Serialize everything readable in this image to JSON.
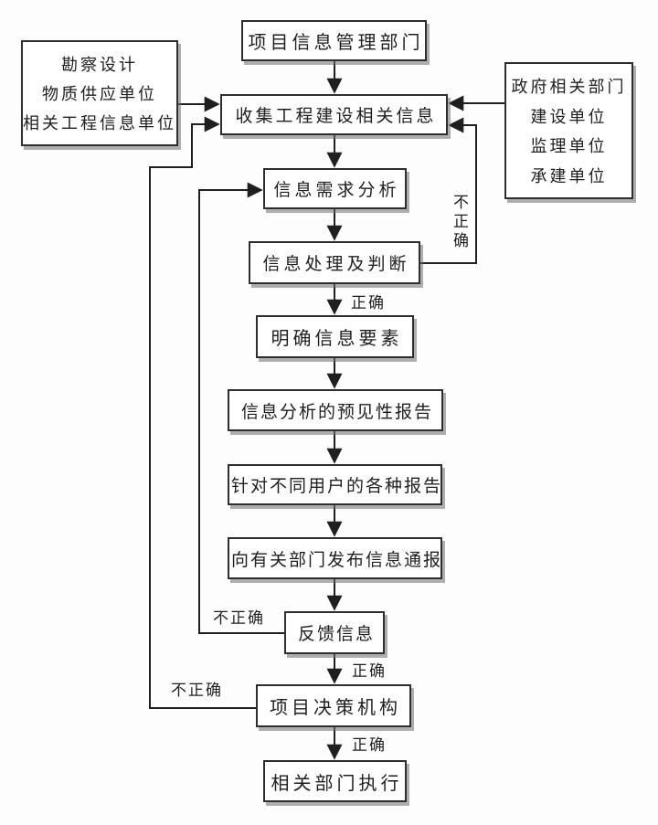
{
  "diagram_type": "flowchart",
  "nodes": {
    "top_dept": {
      "label": "项目信息管理部门"
    },
    "left_sources": {
      "lines": [
        "勘察设计",
        "物质供应单位",
        "相关工程信息单位"
      ]
    },
    "right_sources": {
      "lines": [
        "政府相关部门",
        "建设单位",
        "监理单位",
        "承建单位"
      ]
    },
    "collect": {
      "label": "收集工程建设相关信息"
    },
    "demand": {
      "label": "信息需求分析"
    },
    "process": {
      "label": "信息处理及判断"
    },
    "clarify": {
      "label": "明确信息要素"
    },
    "predict": {
      "label": "信息分析的预见性报告"
    },
    "reports": {
      "label": "针对不同用户的各种报告"
    },
    "notify": {
      "label": "向有关部门发布信息通报"
    },
    "feedback": {
      "label": "反馈信息"
    },
    "decision": {
      "label": "项目决策机构"
    },
    "execute": {
      "label": "相关部门执行"
    }
  },
  "edge_labels": {
    "incorrect_right": "不正确",
    "correct_after_process": "正确",
    "incorrect_feedback": "不正确",
    "correct_after_feedback": "正确",
    "incorrect_decision": "不正确",
    "correct_after_decision": "正确"
  },
  "colors": {
    "background": "#fdfdfd",
    "box_fill": "#fefefe",
    "box_border": "#2e2e2e",
    "box_shadow": "#6e6e6e",
    "line": "#1f1f1f",
    "text": "#1f1f1f"
  }
}
